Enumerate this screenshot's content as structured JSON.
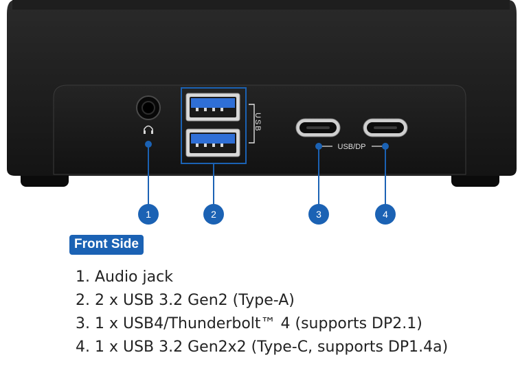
{
  "colors": {
    "accent": "#1b62b4",
    "chassis": "#1c1c1c",
    "usb_blue": "#2f6fd6"
  },
  "device": {
    "usb_label": "USB",
    "usbdp_label": "USB/DP",
    "headphone_icon": "headphone-icon"
  },
  "callouts": [
    "1",
    "2",
    "3",
    "4"
  ],
  "section": {
    "title": "Front Side"
  },
  "features": [
    "1. Audio jack",
    "2. 2 x USB 3.2 Gen2 (Type-A)",
    "3. 1 x USB4/Thunderbolt™ 4 (supports DP2.1)",
    "4. 1 x USB 3.2 Gen2x2 (Type-C, supports DP1.4a)"
  ]
}
